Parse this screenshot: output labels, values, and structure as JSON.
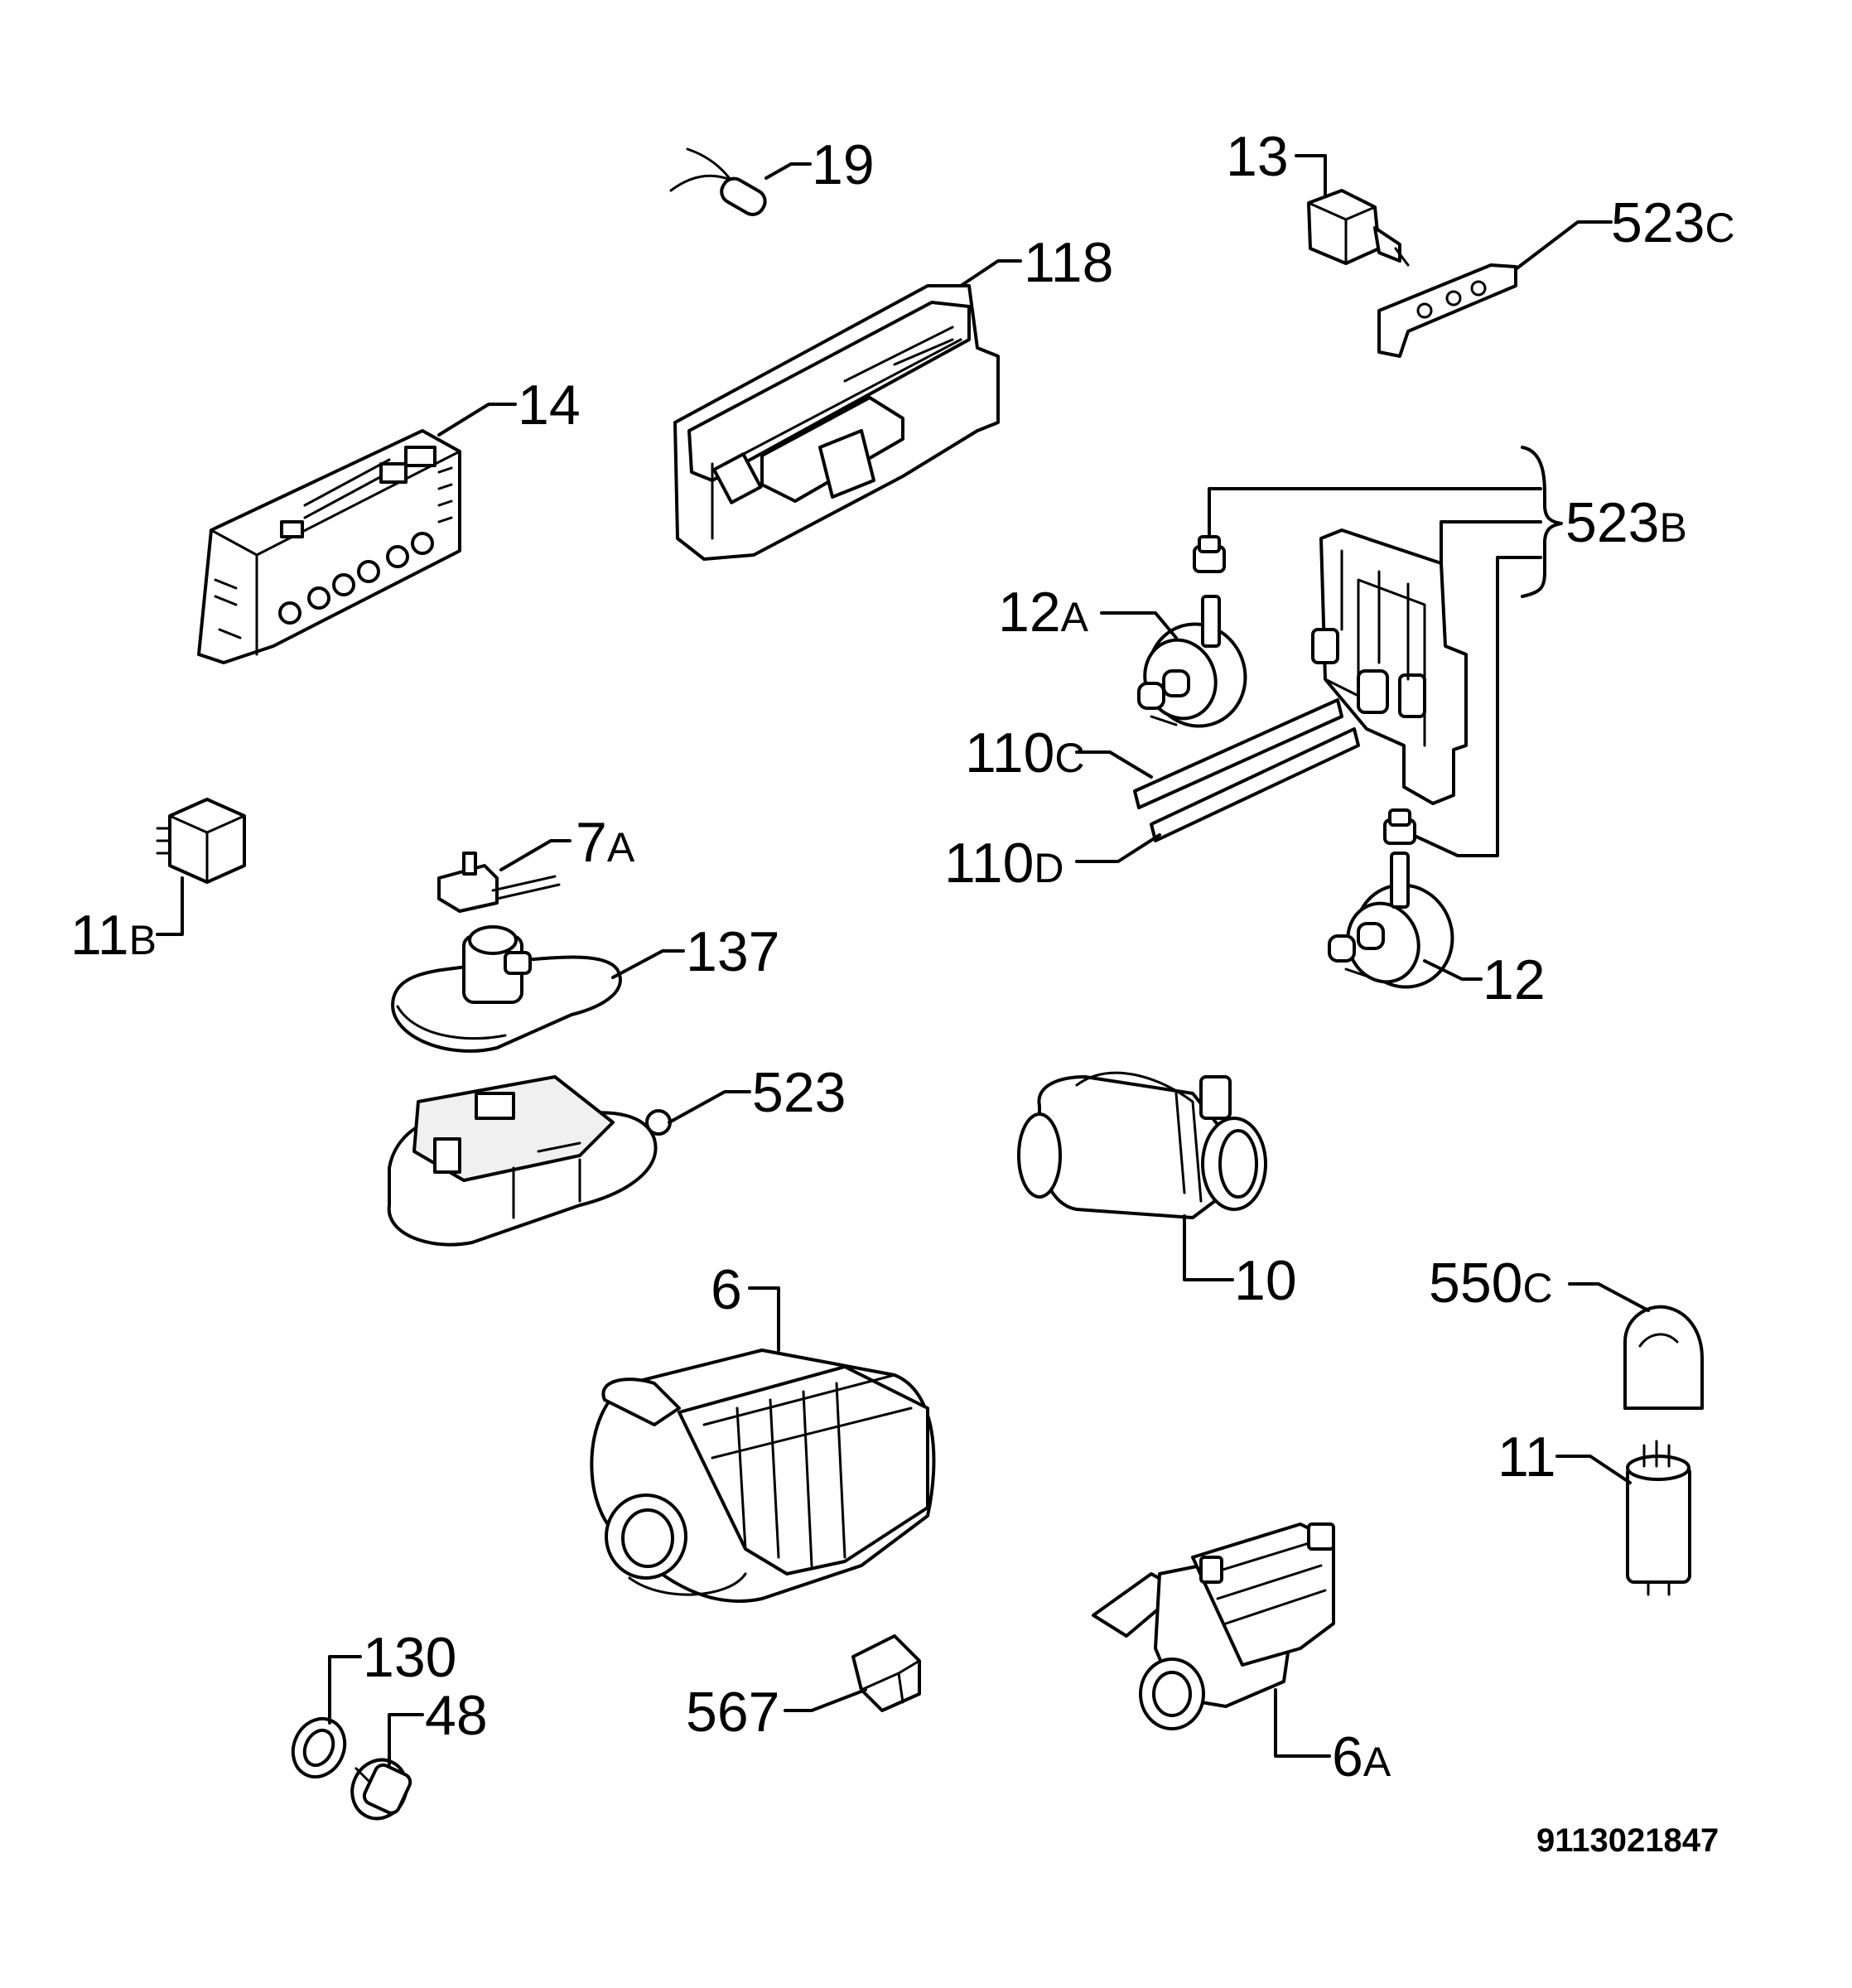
{
  "callouts": {
    "c19": "19",
    "c118": "118",
    "c13": "13",
    "c523c": "523",
    "c523c_suffix": "C",
    "c14": "14",
    "c523b": "523",
    "c523b_suffix": "B",
    "c12a": "12",
    "c12a_suffix": "A",
    "c110c": "110",
    "c110c_suffix": "C",
    "c110d": "110",
    "c110d_suffix": "D",
    "c7a": "7",
    "c7a_suffix": "A",
    "c11b": "11",
    "c11b_suffix": "B",
    "c137": "137",
    "c12": "12",
    "c523": "523",
    "c10": "10",
    "c6": "6",
    "c550c": "550",
    "c550c_suffix": "C",
    "c11": "11",
    "c130": "130",
    "c48": "48",
    "c567": "567",
    "c6a": "6",
    "c6a_suffix": "A"
  },
  "document_number": "9113021847"
}
